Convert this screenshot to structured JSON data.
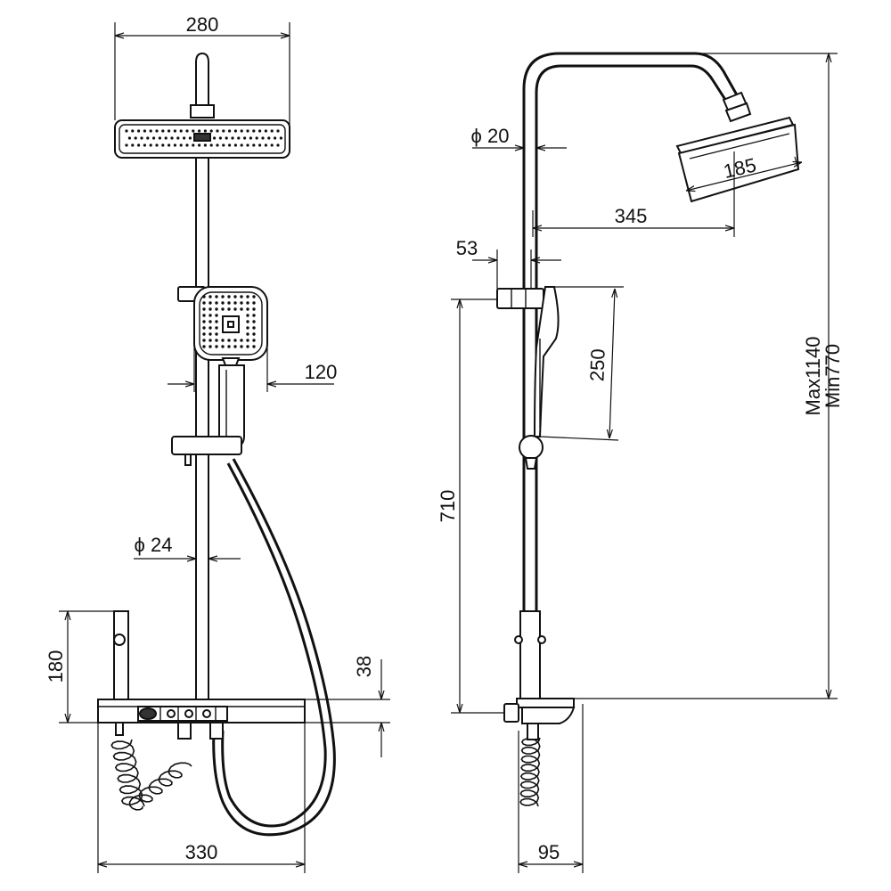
{
  "drawing": {
    "front_view": {
      "dim_head_width": "280",
      "dim_handshower_width": "120",
      "dim_pipe_diameter": "ϕ 24",
      "dim_control_height": "180",
      "dim_shelf_thickness": "38",
      "dim_shelf_width": "330"
    },
    "side_view": {
      "dim_pipe_diameter": "ϕ 20",
      "dim_head_diameter": "185",
      "dim_head_reach": "345",
      "dim_slider_width": "53",
      "dim_handshower_length": "250",
      "dim_slider_height": "710",
      "dim_total_height_max": "Max1140",
      "dim_total_height_min": "Min770",
      "dim_shelf_depth": "95"
    }
  }
}
